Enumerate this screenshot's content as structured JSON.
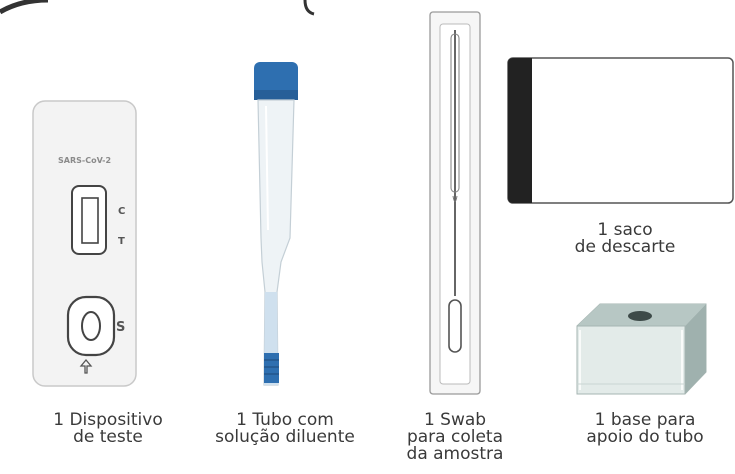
{
  "items": [
    {
      "id": "device",
      "lines": [
        "1 Dispositivo",
        "de teste"
      ]
    },
    {
      "id": "tube",
      "lines": [
        "1 Tubo com",
        "solução diluente"
      ]
    },
    {
      "id": "swab",
      "lines": [
        "1 Swab",
        "para coleta",
        "da amostra"
      ]
    },
    {
      "id": "bag",
      "lines": [
        "1 saco",
        "de descarte"
      ]
    },
    {
      "id": "base",
      "lines": [
        "1 base para",
        "apoio do tubo"
      ]
    }
  ],
  "device": {
    "brand_label": "SARS-CoV-2",
    "control_mark": "C",
    "test_mark": "T",
    "sample_mark": "S"
  },
  "colors": {
    "tube_cap": "#2e6fb0",
    "tube_liquid": "#cfe0ee",
    "bag_band": "#222222",
    "base_top": "#b7c7c4"
  }
}
